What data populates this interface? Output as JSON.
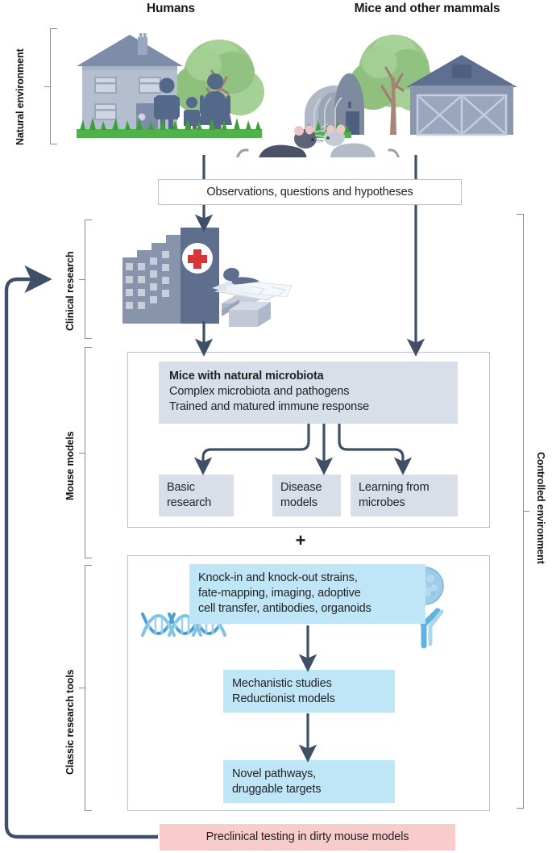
{
  "figure": {
    "title_left": "Humans",
    "title_right": "Mice and other mammals"
  },
  "brackets": {
    "natural_environment": "Natural environment",
    "clinical_research": "Clinical research",
    "mouse_models": "Mouse models",
    "classic_research_tools": "Classic research tools",
    "controlled_environment": "Controlled environment"
  },
  "flow": {
    "observations": "Observations, questions and hypotheses",
    "plus": "+",
    "mouse_panel": {
      "headline": "Mice with natural microbiota",
      "line2": "Complex microbiota and pathogens",
      "line3": "Trained and matured immune response",
      "outputs": [
        {
          "line1": "Basic",
          "line2": "research"
        },
        {
          "line1": "Disease",
          "line2": "models"
        },
        {
          "line1": "Learning from",
          "line2": "microbes"
        }
      ]
    },
    "tools_panel": {
      "tools_line1": "Knock-in and knock-out strains,",
      "tools_line2": "fate-mapping, imaging, adoptive",
      "tools_line3": "cell transfer, antibodies, organoids",
      "mechanistic_line1": "Mechanistic studies",
      "mechanistic_line2": "Reductionist models",
      "novel_line1": "Novel pathways,",
      "novel_line2": "druggable targets"
    },
    "preclinical": "Preclinical testing in dirty mouse models"
  },
  "illustrations": {
    "house": "house-icon",
    "family": "family-silhouette-icon",
    "tree_left": "tree-icon",
    "grass_left": "grass-icon",
    "mice": "two-mice-icon",
    "greenhouse": "quonset-greenhouse-icon",
    "tree_right": "tree-icon",
    "barn": "barn-icon",
    "grass_right": "grass-icon",
    "hospital": "hospital-building-icon",
    "patient_bed": "patient-on-bed-icon",
    "dna": "dna-helix-icon",
    "organoid": "organoid-cell-icon",
    "antibody": "antibody-icon"
  },
  "colors": {
    "arrow": "#3d5068",
    "gray_fill": "#d8dfe8",
    "blue_fill": "#bfe6f7",
    "pink_fill": "#f8ccca",
    "panel_border": "#b9c3d4",
    "bracket": "#8c8c8c",
    "text": "#232323",
    "red_cross": "#d83636"
  }
}
